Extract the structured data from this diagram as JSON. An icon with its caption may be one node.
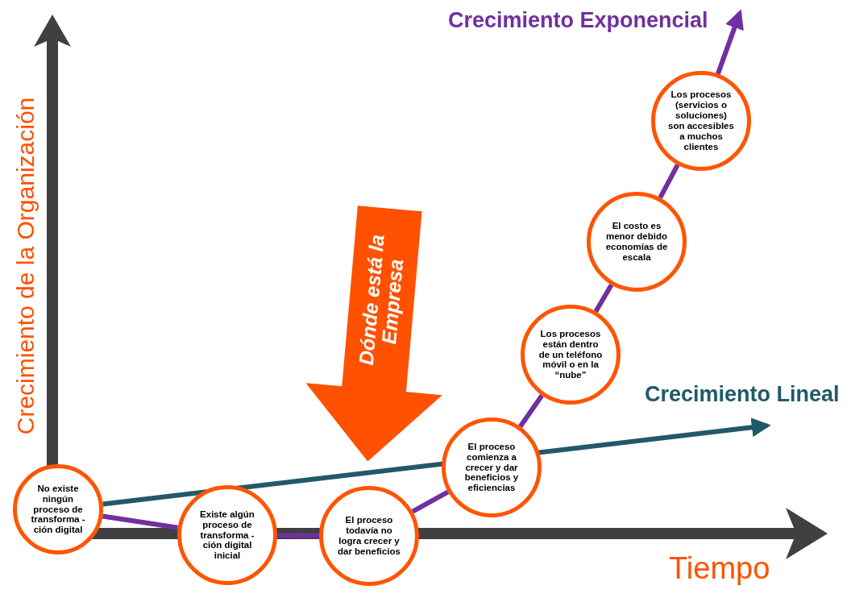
{
  "diagram": {
    "nodes": [
      {
        "text": [
          "No existe ningún proceso de transforma -ción digital"
        ]
      },
      {
        "text": [
          "Existe algún proceso de transforma -ción digital inicial"
        ]
      },
      {
        "text": [
          "El proceso todavía no logra crecer y dar beneficios"
        ]
      },
      {
        "text": [
          "El proceso comienza a crecer y dar beneficios y eficiencias"
        ]
      },
      {
        "text": [
          "Los procesos están dentro de un teléfono móvil o en la “nube”"
        ]
      },
      {
        "text": [
          "El costo es menor debido economías de escala"
        ]
      },
      {
        "text": [
          "Los procesos (servicios o soluciones) son accesibles a muchos clientes"
        ]
      },
      {
        "text": [
          "Dónde está la Empresa"
        ]
      }
    ],
    "edges": [
      {
        "from": 0,
        "to": 1,
        "arrow": "none"
      },
      {
        "from": 1,
        "to": 2,
        "arrow": "none"
      },
      {
        "from": 2,
        "to": 3,
        "arrow": "none"
      },
      {
        "from": 3,
        "to": 4,
        "arrow": "none"
      },
      {
        "from": 4,
        "to": 5,
        "arrow": "none"
      },
      {
        "from": 5,
        "to": 6,
        "arrow": "none"
      },
      {
        "from": 6,
        "to": null,
        "arrow": "to"
      },
      {
        "from": 0,
        "to": null,
        "arrow": "to",
        "color": "#215968"
      }
    ],
    "labels": [
      "Crecimiento Exponencial",
      "Crecimiento Lineal",
      "Crecimiento de la Organización",
      "Tiempo"
    ]
  }
}
